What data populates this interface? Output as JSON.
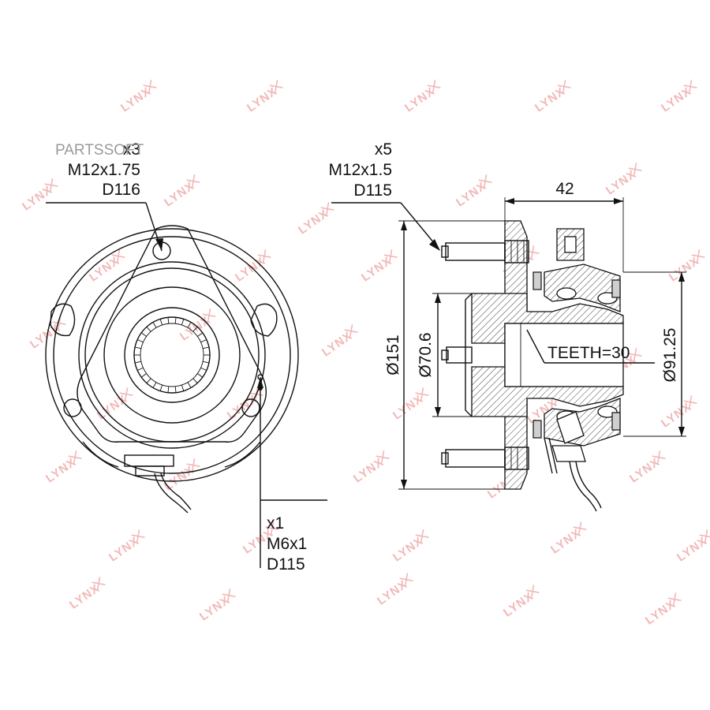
{
  "stamp": "PARTSSOFT",
  "watermark": "LYNX",
  "left_view": {
    "callout_top": {
      "qty": "x3",
      "thread": "M12x1.75",
      "dia": "D116"
    },
    "callout_bottom": {
      "qty": "x1",
      "thread": "M6x1",
      "dia": "D115"
    }
  },
  "right_view": {
    "callout_studs": {
      "qty": "x5",
      "thread": "M12x1.5",
      "dia": "D115"
    },
    "dim_width": "42",
    "dim_flange": "Ø151",
    "dim_pilot": "Ø70.6",
    "dim_bearing": "Ø91.25",
    "teeth": "TEETH=30"
  }
}
